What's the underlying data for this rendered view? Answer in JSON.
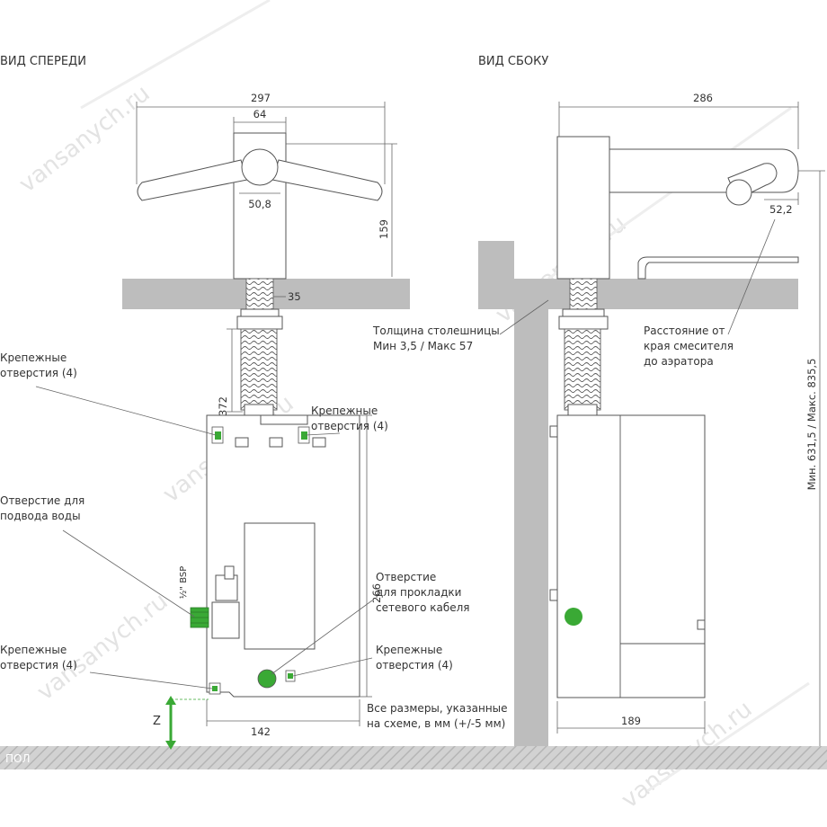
{
  "headers": {
    "front": "ВИД СПЕРЕДИ",
    "side": "ВИД СБОКУ"
  },
  "dimensions": {
    "d297": "297",
    "d64": "64",
    "d50_8": "50,8",
    "d159": "159",
    "d35": "35",
    "d372": "372",
    "d266": "266",
    "d142": "142",
    "d286": "286",
    "d52_2": "52,2",
    "d189": "189",
    "bsp": "½\" BSP",
    "side_height": "Мин. 631,5 / Макс. 835,5",
    "z": "Z"
  },
  "labels": {
    "mount_top_left": [
      "Крепежные",
      "отверстия (4)"
    ],
    "mount_top_right": [
      "Крепежные",
      "отверстия (4)"
    ],
    "water_inlet": [
      "Отверстие для",
      "подвода воды"
    ],
    "mount_bottom_left": [
      "Крепежные",
      "отверстия (4)"
    ],
    "cable_hole": [
      "Отверстие",
      "для прокладки",
      "сетевого кабеля"
    ],
    "mount_bottom_right": [
      "Крепежные",
      "отверстия (4)"
    ],
    "countertop": [
      "Толщина столешницы",
      "Мин 3,5 / Макс 57"
    ],
    "aerator": [
      "Расстояние от",
      "края смесителя",
      "до аэратора"
    ],
    "note": [
      "Все размеры, указанные",
      "на схеме, в мм (+/-5 мм)"
    ],
    "floor": "ПОЛ"
  },
  "watermark": "vansanych.ru",
  "colors": {
    "accent_green": "#3aa935",
    "countertop_gray": "#bdbdbd",
    "floor_gray": "#c4c4c4"
  }
}
